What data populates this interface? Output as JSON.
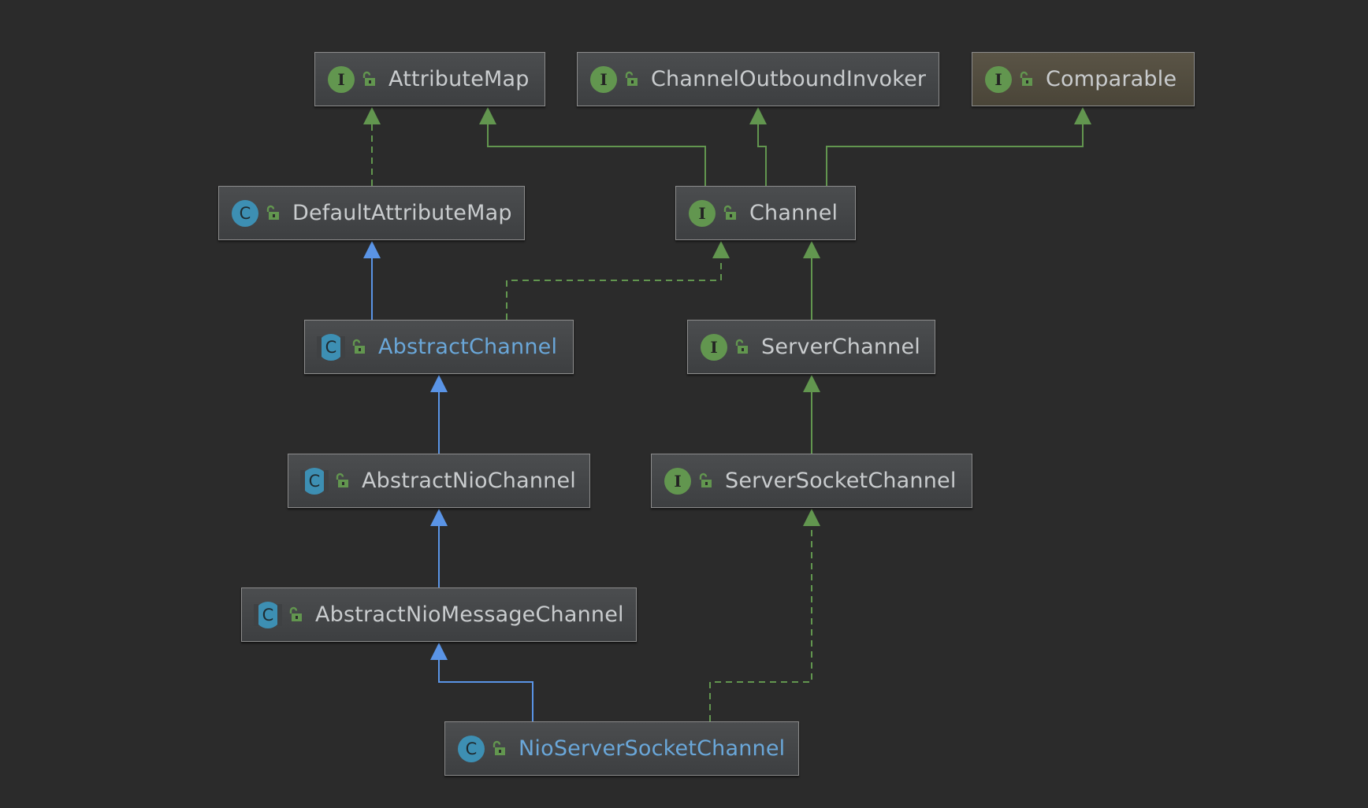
{
  "colors": {
    "background": "#2b2b2b",
    "interface_badge": "#62964f",
    "class_badge": "#3d8fb3",
    "implements_edge": "#62964f",
    "extends_edge": "#5a94e6",
    "highlighted_label": "#6aa7d9",
    "default_label": "#c9ccce"
  },
  "nodes": [
    {
      "id": "AttributeMap",
      "label": "AttributeMap",
      "kind": "interface",
      "kind_letter": "I",
      "icon": "unlocked-icon"
    },
    {
      "id": "ChannelOutboundInvoker",
      "label": "ChannelOutboundInvoker",
      "kind": "interface",
      "kind_letter": "I",
      "icon": "unlocked-icon"
    },
    {
      "id": "Comparable",
      "label": "Comparable",
      "kind": "interface",
      "kind_letter": "I",
      "icon": "unlocked-icon",
      "highlight": "special"
    },
    {
      "id": "DefaultAttributeMap",
      "label": "DefaultAttributeMap",
      "kind": "class",
      "kind_letter": "C",
      "icon": "unlocked-icon"
    },
    {
      "id": "Channel",
      "label": "Channel",
      "kind": "interface",
      "kind_letter": "I",
      "icon": "unlocked-icon"
    },
    {
      "id": "AbstractChannel",
      "label": "AbstractChannel",
      "kind": "abstract-class",
      "kind_letter": "C",
      "icon": "unlocked-icon",
      "label_style": "blue"
    },
    {
      "id": "ServerChannel",
      "label": "ServerChannel",
      "kind": "interface",
      "kind_letter": "I",
      "icon": "unlocked-icon"
    },
    {
      "id": "AbstractNioChannel",
      "label": "AbstractNioChannel",
      "kind": "abstract-class",
      "kind_letter": "C",
      "icon": "unlocked-icon"
    },
    {
      "id": "ServerSocketChannel",
      "label": "ServerSocketChannel",
      "kind": "interface",
      "kind_letter": "I",
      "icon": "unlocked-icon"
    },
    {
      "id": "AbstractNioMessageChannel",
      "label": "AbstractNioMessageChannel",
      "kind": "abstract-class",
      "kind_letter": "C",
      "icon": "unlocked-icon"
    },
    {
      "id": "NioServerSocketChannel",
      "label": "NioServerSocketChannel",
      "kind": "class",
      "kind_letter": "C",
      "icon": "unlocked-icon",
      "label_style": "blue"
    }
  ],
  "edges": [
    {
      "from": "DefaultAttributeMap",
      "to": "AttributeMap",
      "type": "implements",
      "style": "dashed"
    },
    {
      "from": "Channel",
      "to": "AttributeMap",
      "type": "extends-interface",
      "style": "solid"
    },
    {
      "from": "Channel",
      "to": "ChannelOutboundInvoker",
      "type": "extends-interface",
      "style": "solid"
    },
    {
      "from": "Channel",
      "to": "Comparable",
      "type": "extends-interface",
      "style": "solid"
    },
    {
      "from": "AbstractChannel",
      "to": "DefaultAttributeMap",
      "type": "extends",
      "style": "solid"
    },
    {
      "from": "AbstractChannel",
      "to": "Channel",
      "type": "implements",
      "style": "dashed"
    },
    {
      "from": "ServerChannel",
      "to": "Channel",
      "type": "extends-interface",
      "style": "solid"
    },
    {
      "from": "AbstractNioChannel",
      "to": "AbstractChannel",
      "type": "extends",
      "style": "solid"
    },
    {
      "from": "ServerSocketChannel",
      "to": "ServerChannel",
      "type": "extends-interface",
      "style": "solid"
    },
    {
      "from": "AbstractNioMessageChannel",
      "to": "AbstractNioChannel",
      "type": "extends",
      "style": "solid"
    },
    {
      "from": "NioServerSocketChannel",
      "to": "AbstractNioMessageChannel",
      "type": "extends",
      "style": "solid"
    },
    {
      "from": "NioServerSocketChannel",
      "to": "ServerSocketChannel",
      "type": "implements",
      "style": "dashed"
    }
  ]
}
